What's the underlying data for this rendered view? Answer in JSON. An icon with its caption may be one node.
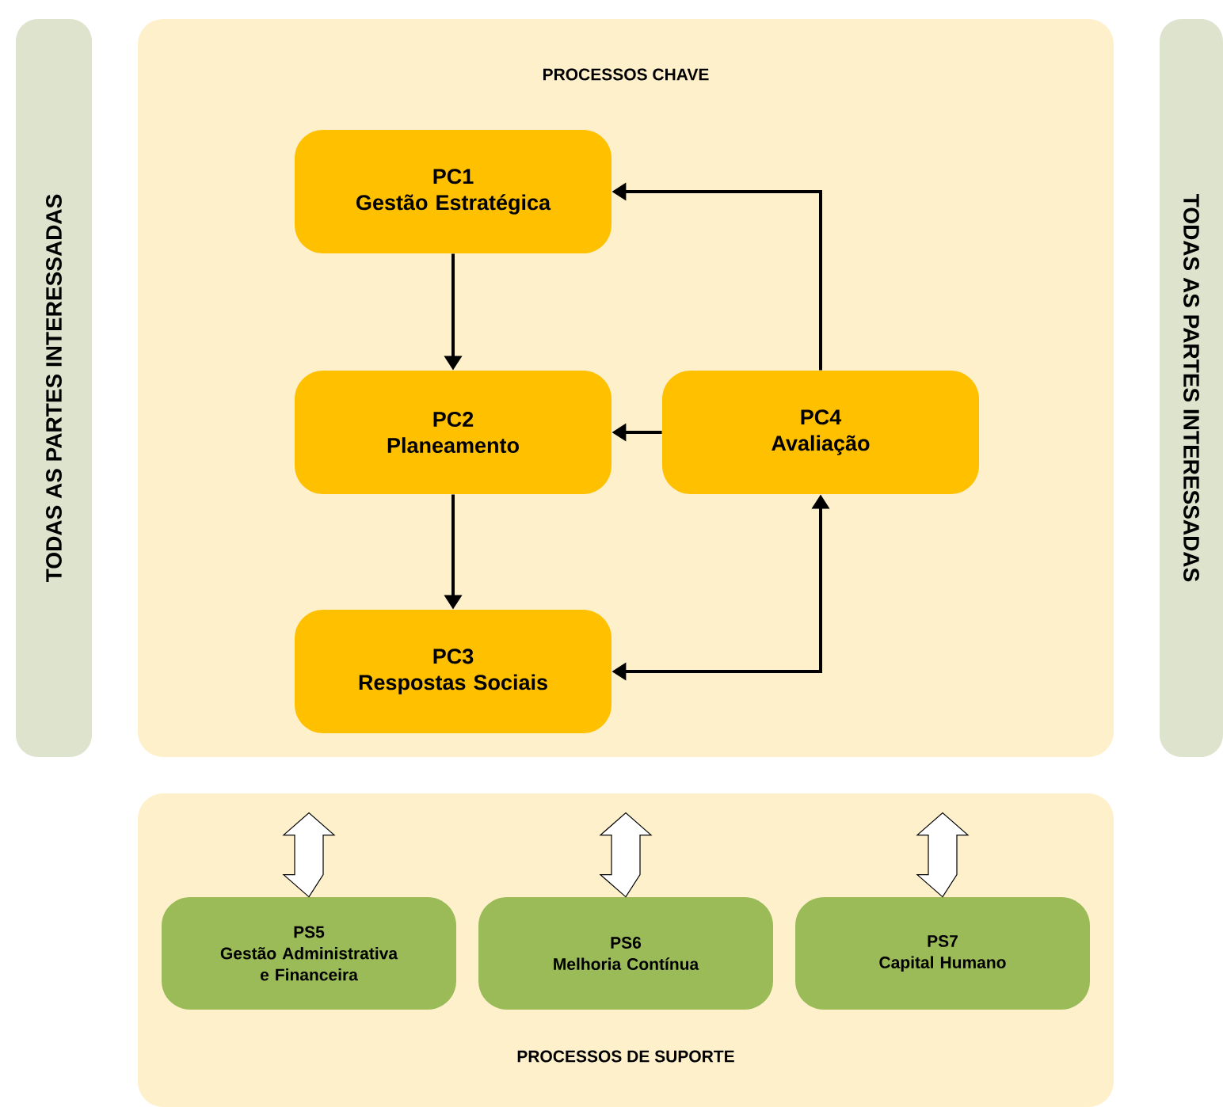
{
  "diagram": {
    "nodes": [
      {
        "text": [
          "TODAS AS PARTES INTERESSADAS"
        ]
      },
      {
        "text": [
          "PROCESSOS CHAVE"
        ]
      },
      {
        "text": [
          "PC1",
          "Gestão Estratégica"
        ],
        "in": 1
      },
      {
        "text": [
          "PC2",
          "Planeamento"
        ],
        "in": 1
      },
      {
        "text": [
          "PC4",
          "Avaliação"
        ],
        "in": 1
      },
      {
        "text": [
          "PC3",
          "Respostas Sociais"
        ],
        "in": 1
      },
      {
        "text": [
          "TODAS AS PARTES INTERESSADAS"
        ]
      },
      {
        "text": [
          "PROCESSOS DE SUPORTE"
        ]
      },
      {
        "text": [
          "PS5",
          "Gestão Administrativa e Financeira"
        ],
        "in": 7
      },
      {
        "text": [
          "PS6",
          "Melhoria Contínua"
        ],
        "in": 7
      },
      {
        "text": [
          "PS7",
          "Capital Humano"
        ],
        "in": 7
      }
    ],
    "edges": [
      {
        "from": 2,
        "to": 3,
        "arrow": "to"
      },
      {
        "from": 3,
        "to": 5,
        "arrow": "to"
      },
      {
        "from": 4,
        "to": 3,
        "arrow": "to"
      },
      {
        "from": 4,
        "to": 2,
        "arrow": "to"
      },
      {
        "from": 5,
        "to": 4,
        "arrow": "both"
      },
      {
        "from": null,
        "to": 8,
        "arrow": "both"
      },
      {
        "from": null,
        "to": 9,
        "arrow": "both"
      },
      {
        "from": null,
        "to": 10,
        "arrow": "both"
      }
    ]
  }
}
